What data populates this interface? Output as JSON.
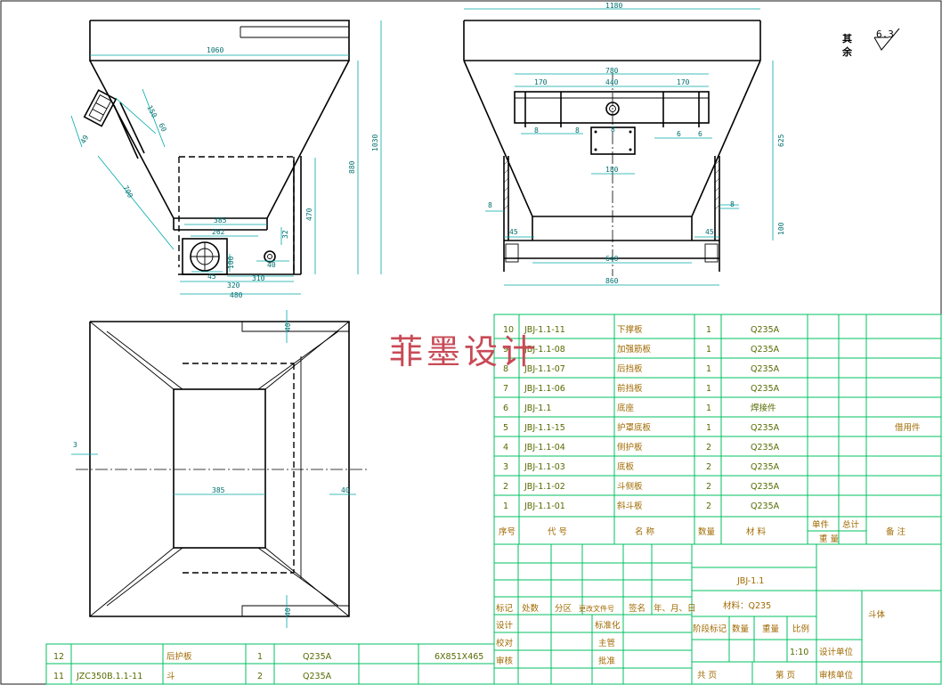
{
  "watermark": "菲墨设计",
  "roughness": {
    "label": "其余",
    "value": "6.3"
  },
  "side_view": {
    "dims": [
      "1060",
      "1030",
      "880",
      "470",
      "150",
      "60",
      "49",
      "700",
      "385",
      "262",
      "32",
      "100",
      "40",
      "45",
      "320",
      "310",
      "480"
    ]
  },
  "front_view": {
    "dims": [
      "1180",
      "780",
      "170",
      "440",
      "170",
      "8",
      "8",
      "6",
      "6",
      "625",
      "8",
      "180",
      "8",
      "45",
      "45",
      "100",
      "640",
      "860"
    ]
  },
  "top_view": {
    "dims": [
      "40",
      "3",
      "385",
      "40",
      "40"
    ]
  },
  "parts_list": {
    "rows": [
      {
        "no": "10",
        "code": "JBJ-1.1-11",
        "name": "下撑板",
        "qty": "1",
        "material": "Q235A",
        "note": ""
      },
      {
        "no": "9",
        "code": "JBJ-1.1-08",
        "name": "加强筋板",
        "qty": "1",
        "material": "Q235A",
        "note": ""
      },
      {
        "no": "8",
        "code": "JBJ-1.1-07",
        "name": "后挡板",
        "qty": "1",
        "material": "Q235A",
        "note": ""
      },
      {
        "no": "7",
        "code": "JBJ-1.1-06",
        "name": "前挡板",
        "qty": "1",
        "material": "Q235A",
        "note": ""
      },
      {
        "no": "6",
        "code": "JBJ-1.1",
        "name": "底座",
        "qty": "1",
        "material": "焊接件",
        "note": ""
      },
      {
        "no": "5",
        "code": "JBJ-1.1-15",
        "name": "护罩底板",
        "qty": "1",
        "material": "Q235A",
        "note": "借用件"
      },
      {
        "no": "4",
        "code": "JBJ-1.1-04",
        "name": "侧护板",
        "qty": "2",
        "material": "Q235A",
        "note": ""
      },
      {
        "no": "3",
        "code": "JBJ-1.1-03",
        "name": "底板",
        "qty": "2",
        "material": "Q235A",
        "note": ""
      },
      {
        "no": "2",
        "code": "JBJ-1.1-02",
        "name": "斗侧板",
        "qty": "2",
        "material": "Q235A",
        "note": ""
      },
      {
        "no": "1",
        "code": "JBJ-1.1-01",
        "name": "斜斗板",
        "qty": "2",
        "material": "Q235A",
        "note": ""
      }
    ],
    "header": {
      "no": "序号",
      "code": "代  号",
      "name": "名  称",
      "qty": "数量",
      "material": "材  料",
      "unit": "单件",
      "total": "总计",
      "weight": "重  量",
      "note": "备  注"
    }
  },
  "title_block": {
    "drawing_no": "JBJ-1.1",
    "material": "材料：Q235",
    "part_name": "斗体",
    "labels": {
      "mark": "标记",
      "count": "处数",
      "zone": "分区",
      "change_doc": "更改文件号",
      "sign": "签名",
      "date": "年、月、日",
      "design": "设计",
      "check": "校对",
      "review": "审核",
      "standardize": "标准化",
      "chief": "主管",
      "approve": "批准",
      "stage_mark": "阶段标记",
      "quantity": "数量",
      "weight": "重量",
      "scale": "比例",
      "scale_value": "1:10",
      "design_unit": "设计单位",
      "review_unit": "审核单位",
      "total_pages": "共    页",
      "page": "第    页"
    }
  },
  "bottom_list": {
    "rows": [
      {
        "no": "12",
        "code": "",
        "name": "后护板",
        "qty": "1",
        "material": "Q235A",
        "note": "6X851X465"
      },
      {
        "no": "11",
        "code": "JZC350B.1.1-11",
        "name": "斗",
        "qty": "2",
        "material": "Q235A",
        "note": ""
      }
    ]
  }
}
